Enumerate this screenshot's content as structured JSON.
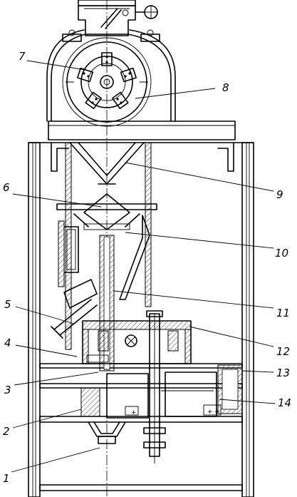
{
  "diagram": {
    "labels": [
      {
        "id": "1",
        "text": "1"
      },
      {
        "id": "2",
        "text": "2"
      },
      {
        "id": "3",
        "text": "3"
      },
      {
        "id": "4",
        "text": "4"
      },
      {
        "id": "5",
        "text": "5"
      },
      {
        "id": "6",
        "text": "6"
      },
      {
        "id": "7",
        "text": "7"
      },
      {
        "id": "8",
        "text": "8"
      },
      {
        "id": "9",
        "text": "9"
      },
      {
        "id": "10",
        "text": "10"
      },
      {
        "id": "11",
        "text": "11"
      },
      {
        "id": "12",
        "text": "12"
      },
      {
        "id": "13",
        "text": "13"
      },
      {
        "id": "14",
        "text": "14"
      }
    ],
    "signs": {
      "plus": "+"
    }
  }
}
